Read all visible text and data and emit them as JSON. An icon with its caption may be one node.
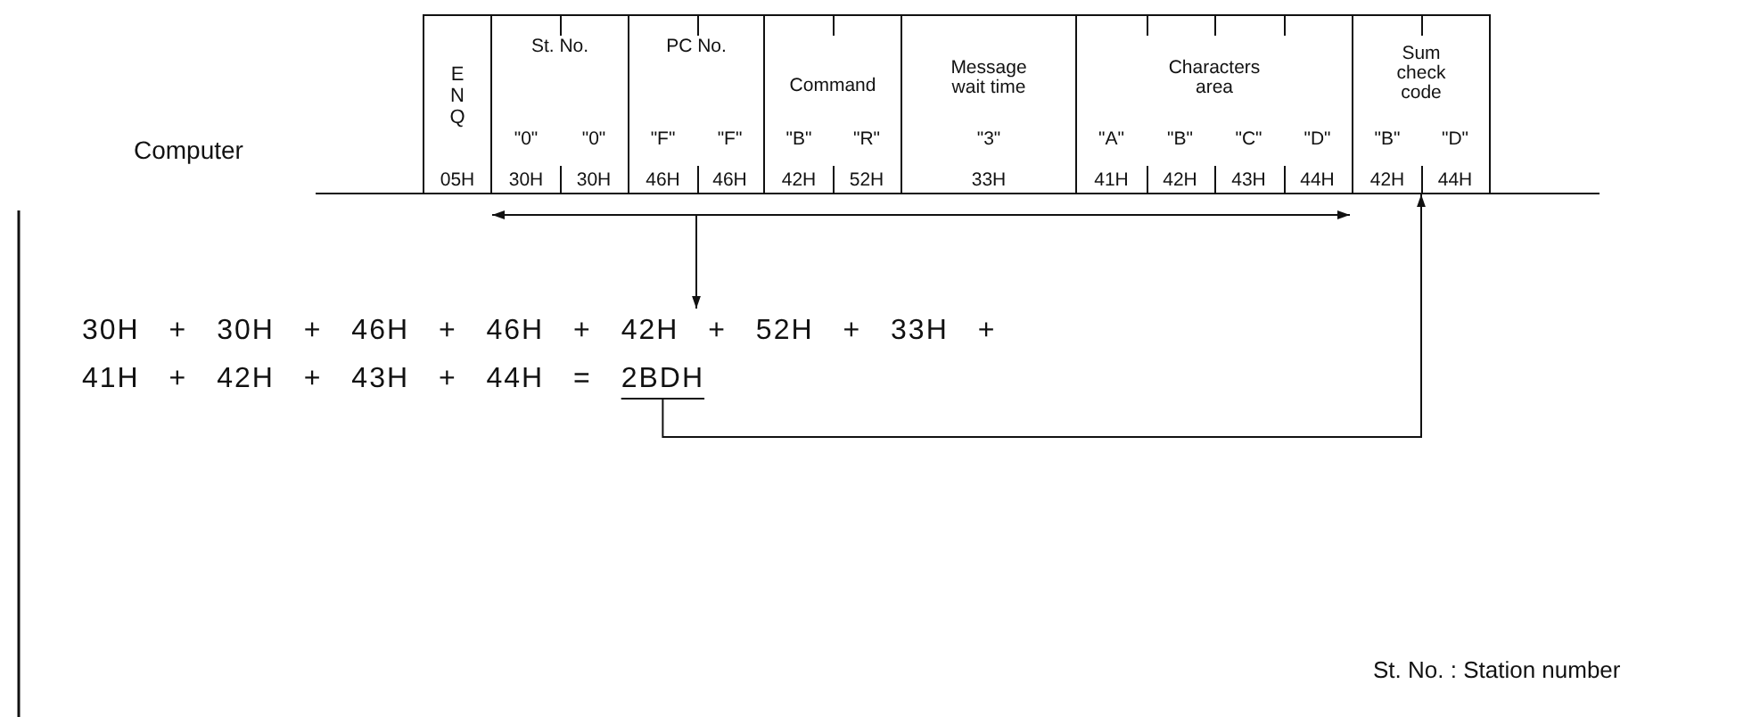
{
  "diagram": {
    "nodes": [
      {
        "text": [
          "ENQ",
          "05H"
        ]
      },
      {
        "text": [
          "St. No.",
          "\"0\"",
          "\"0\"",
          "30H",
          "30H"
        ]
      },
      {
        "text": [
          "PC No.",
          "\"F\"",
          "\"F\"",
          "46H",
          "46H"
        ]
      },
      {
        "text": [
          "Command",
          "\"B\"",
          "\"R\"",
          "42H",
          "52H"
        ]
      },
      {
        "text": [
          "Message wait time",
          "\"3\"",
          "33H"
        ]
      },
      {
        "text": [
          "Characters area",
          "\"A\"",
          "\"B\"",
          "\"C\"",
          "\"D\"",
          "41H",
          "42H",
          "43H",
          "44H"
        ]
      },
      {
        "text": [
          "Sum check code",
          "\"B\"",
          "\"D\"",
          "42H",
          "44H"
        ]
      },
      {
        "text": [],
        "shape": "bar"
      },
      {
        "text": [
          "30H + 30H + 46H + 46H + 42H + 52H + 33H + 41H + 42H + 43H + 44H = 2BDH"
        ]
      }
    ],
    "edges": [
      {
        "from": 7,
        "to": 8,
        "arrow": "to"
      },
      {
        "from": 8,
        "to": 6,
        "arrow": "to"
      }
    ],
    "labels": [
      "Computer",
      "St. No. : Station number"
    ]
  }
}
